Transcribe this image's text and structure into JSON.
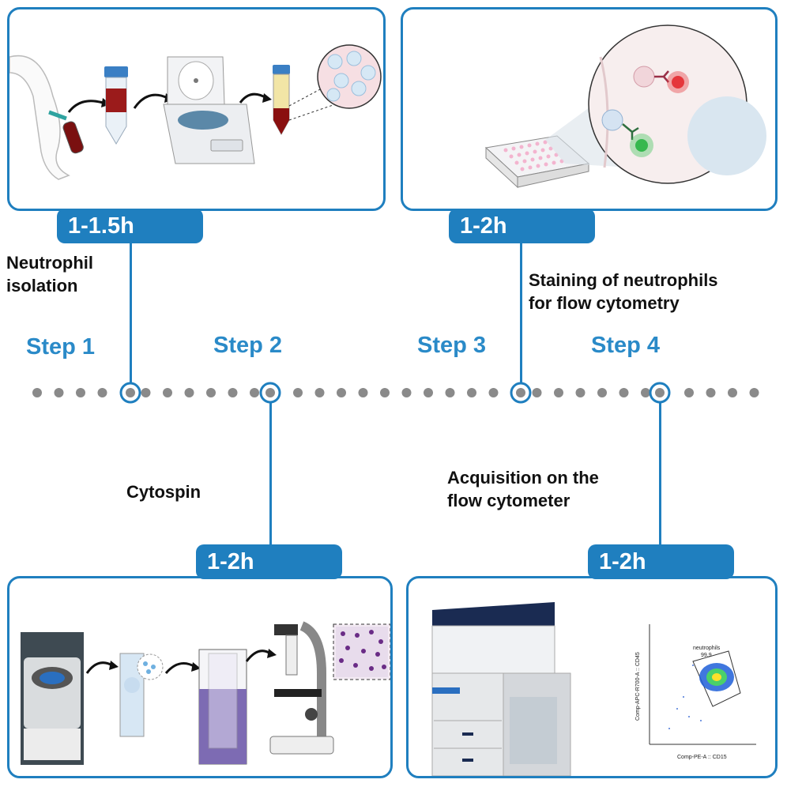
{
  "colors": {
    "accent": "#1f7fbf",
    "step_text": "#2a8ac8",
    "dots": "#8a8a8a"
  },
  "steps": [
    {
      "label": "Step 1",
      "time": "1-1.5h",
      "description": [
        "Neutrophil",
        "isolation"
      ]
    },
    {
      "label": "Step 2",
      "time": "1-2h",
      "description": [
        "Cytospin"
      ]
    },
    {
      "label": "Step 3",
      "time": "1-2h",
      "description": [
        "Staining of neutrophils",
        "for flow cytometry"
      ]
    },
    {
      "label": "Step 4",
      "time": "1-2h",
      "description": [
        "Acquisition on the",
        "flow cytometer"
      ]
    }
  ],
  "flow_plot": {
    "gate_label": "neutrophils",
    "gate_value": "99.9",
    "x_label": "Comp-PE-A :: CD15",
    "y_label": "Comp-APC-R700-A :: CD45"
  },
  "icons": [
    "arm-blood-draw-icon",
    "blood-tube-icon",
    "centrifuge-icon",
    "separated-tube-icon",
    "neutrophil-magnified-icon",
    "well-plate-icon",
    "antibody-stained-cells-icon",
    "cytospin-machine-icon",
    "slide-icon",
    "staining-jar-icon",
    "microscope-icon",
    "stained-smear-icon",
    "flow-cytometer-icon",
    "flow-plot-icon"
  ]
}
